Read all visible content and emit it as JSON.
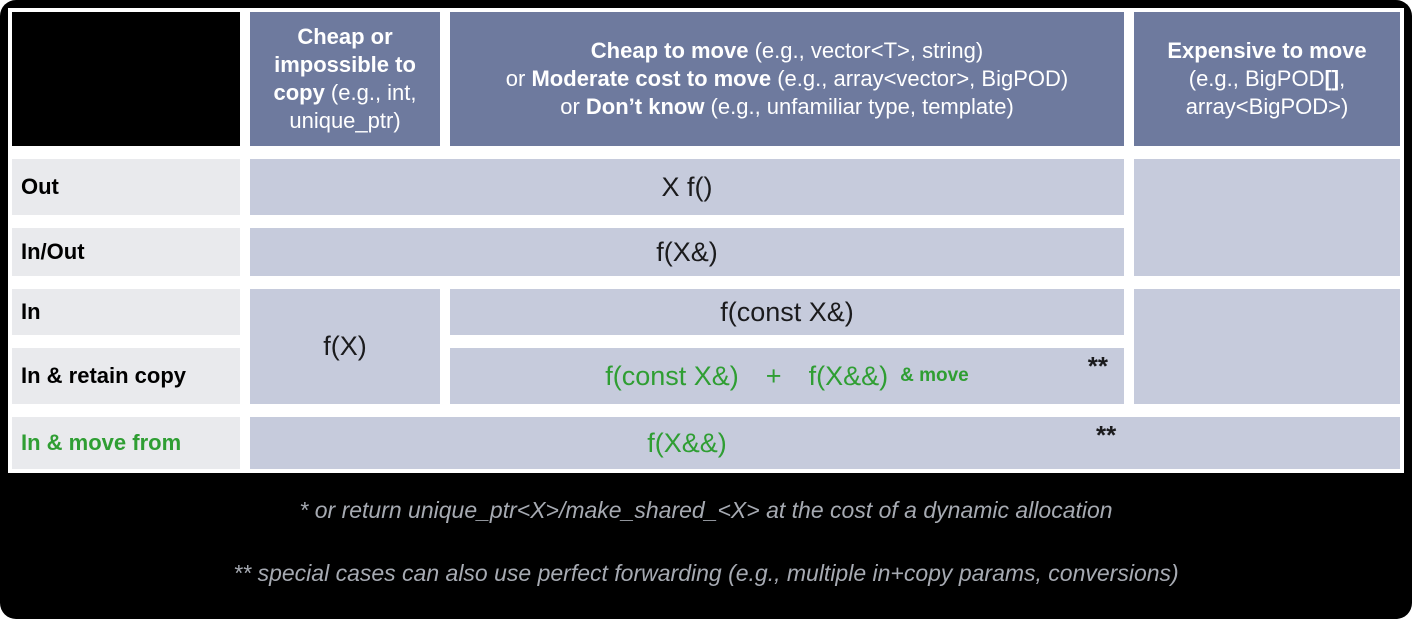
{
  "colors": {
    "header_bg": "#6e7a9e",
    "cell_bg": "#c6cbdc",
    "row_label_bg": "#e9eaed",
    "green": "#2f9e33",
    "text_dark": "#1b1b1d",
    "footnote": "#a6aab2",
    "frame": "#000000",
    "table_bg": "#ffffff"
  },
  "headers": {
    "col1": {
      "bold": "Cheap or impossible to copy",
      "rest": " (e.g., int, unique_ptr)"
    },
    "col2": {
      "line1_bold": "Cheap to move",
      "line1_rest": " (e.g., vector<T>, string)",
      "line2_pre": "or ",
      "line2_bold": "Moderate cost to move",
      "line2_rest": " (e.g., array<vector>, BigPOD)",
      "line3_pre": "or ",
      "line3_bold": "Don’t know",
      "line3_rest": " (e.g., unfamiliar type, template)"
    },
    "col3": {
      "bold": "Expensive to move",
      "line2_pre": "(e.g., BigPOD",
      "line2_bold": "[]",
      "line2_post": ",",
      "line3": "array<BigPOD>)"
    }
  },
  "row_labels": {
    "out": "Out",
    "inout": "In/Out",
    "in": "In",
    "retain": "In & retain copy",
    "move_from": "In & move from"
  },
  "cells": {
    "out": "X f()",
    "inout": "f(X&)",
    "in_cheap_copy": "f(X)",
    "in": "f(const X&)",
    "retain_expr1": "f(const X&)",
    "retain_plus": "+",
    "retain_expr2": "f(X&&)",
    "retain_suffix": "& move",
    "retain_note": "**",
    "move_from": "f(X&&)",
    "move_from_note": "**"
  },
  "footnotes": {
    "line1": "* or return unique_ptr<X>/make_shared_<X> at the cost of a dynamic allocation",
    "line2": "** special cases can also use perfect forwarding (e.g., multiple in+copy params, conversions)"
  }
}
